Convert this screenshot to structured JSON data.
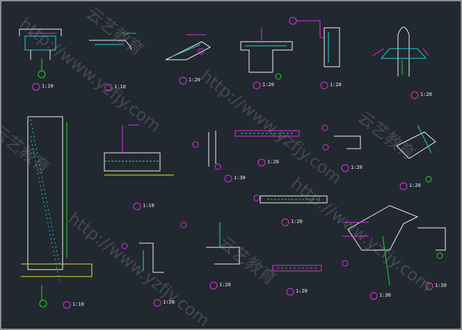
{
  "details": [
    {
      "id": "detail-1",
      "scale": "1:10"
    },
    {
      "id": "detail-2",
      "scale": "1:10"
    },
    {
      "id": "detail-3",
      "scale": "1:20"
    },
    {
      "id": "detail-4",
      "scale": "1:20"
    },
    {
      "id": "detail-5",
      "scale": "1:20"
    },
    {
      "id": "detail-6",
      "scale": "1:20"
    },
    {
      "id": "detail-7",
      "scale": "1:10"
    },
    {
      "id": "detail-8",
      "scale": "1:10"
    },
    {
      "id": "detail-9",
      "scale": "1:30"
    },
    {
      "id": "detail-10",
      "scale": "1:20"
    },
    {
      "id": "detail-11",
      "scale": "1:20"
    },
    {
      "id": "detail-12",
      "scale": "1:20"
    },
    {
      "id": "detail-13",
      "scale": "1:20"
    },
    {
      "id": "detail-14",
      "scale": "1:30"
    },
    {
      "id": "detail-15",
      "scale": "1:20"
    },
    {
      "id": "detail-16",
      "scale": "1:20"
    },
    {
      "id": "detail-17",
      "scale": "1:20"
    },
    {
      "id": "detail-18",
      "scale": "1:20"
    }
  ],
  "watermark": {
    "url": "http://www.yzfjy.com",
    "text_cn": "云艺教育"
  },
  "colors": {
    "background": "#212830",
    "outline": "#f2f2f2",
    "green": "#22d822",
    "cyan": "#1ad6d6",
    "magenta": "#e030e0",
    "yellow": "#e6e62a",
    "blue": "#3a6cf0",
    "red": "#e83030"
  }
}
